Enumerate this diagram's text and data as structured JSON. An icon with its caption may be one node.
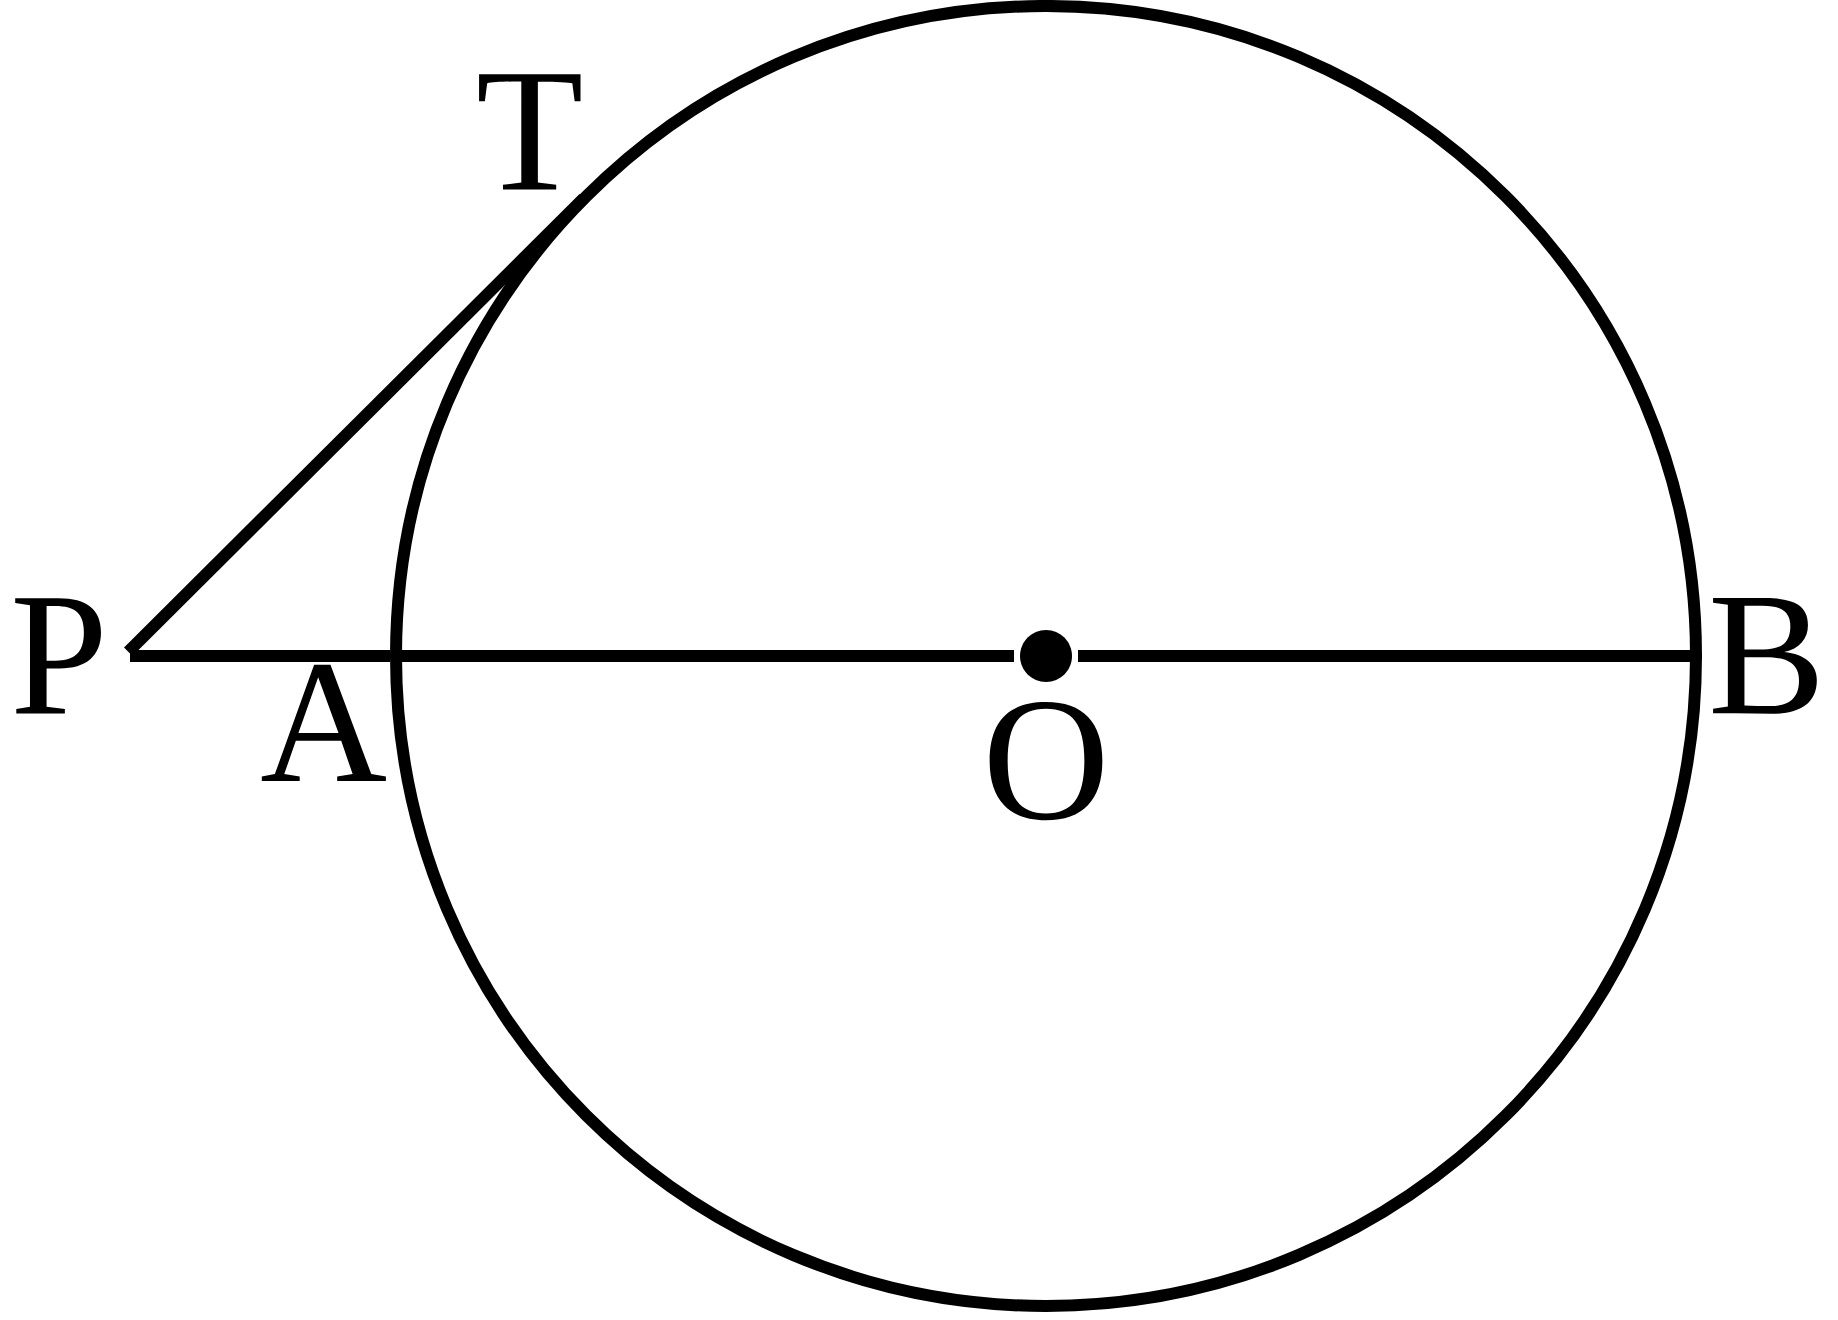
{
  "diagram": {
    "nodes": [
      {
        "text": [
          "P"
        ]
      },
      {
        "text": [
          "T"
        ]
      },
      {
        "text": [
          "A"
        ]
      },
      {
        "text": [
          "O"
        ]
      },
      {
        "text": [
          "B"
        ]
      }
    ],
    "edges": [
      {
        "from": 0,
        "to": 1,
        "arrow": "none"
      },
      {
        "from": 0,
        "to": 2,
        "arrow": "none"
      },
      {
        "from": 2,
        "to": 3,
        "arrow": "none"
      },
      {
        "from": 3,
        "to": 4,
        "arrow": "none"
      }
    ]
  }
}
